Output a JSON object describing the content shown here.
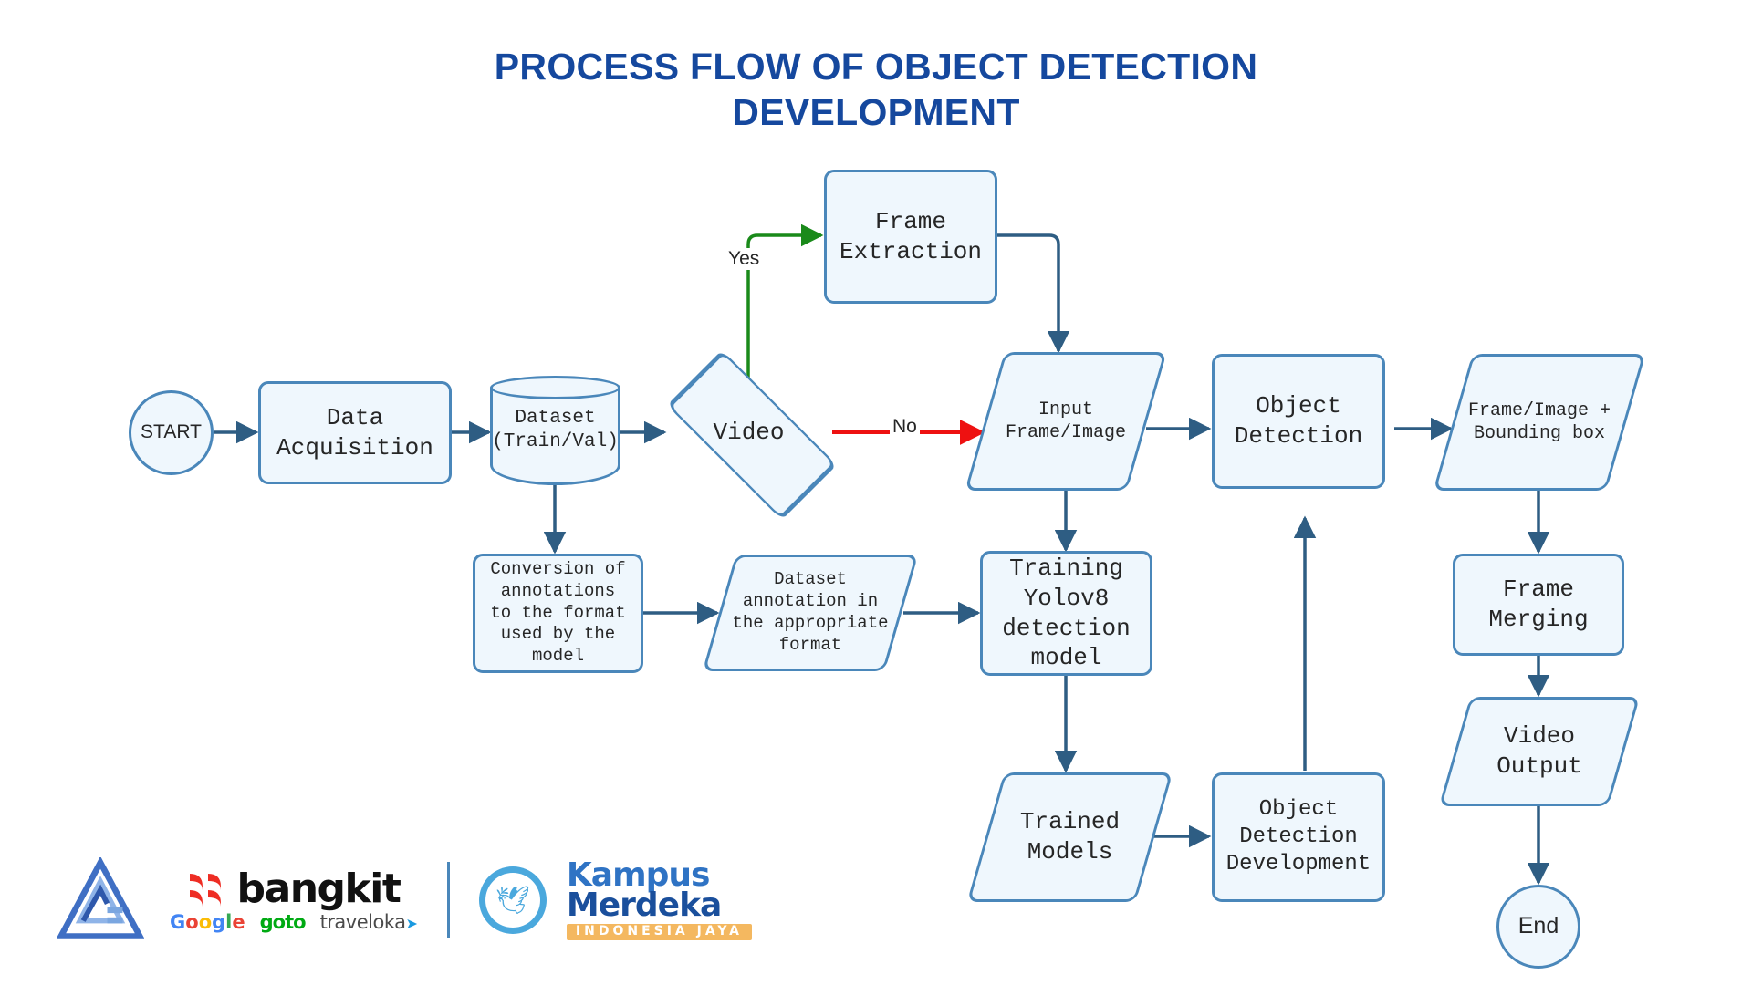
{
  "title": "PROCESS FLOW OF OBJECT DETECTION\nDEVELOPMENT",
  "colors": {
    "title": "#15489e",
    "node_fill": "#eff7fd",
    "node_stroke": "#4a87ba",
    "edge": "#2e5d83",
    "yes_branch": "#1a8a1a",
    "no_branch": "#ee1111",
    "background": "#ffffff"
  },
  "nodes": {
    "start": {
      "label": "START",
      "shape": "terminator"
    },
    "data_acquisition": {
      "label": "Data\nAcquisition",
      "shape": "rect"
    },
    "dataset": {
      "label": "Dataset\n(Train/Val)",
      "shape": "cylinder"
    },
    "video_decision": {
      "label": "Video",
      "shape": "diamond"
    },
    "frame_extraction": {
      "label": "Frame\nExtraction",
      "shape": "rect"
    },
    "input_frame_image": {
      "label": "Input\nFrame/Image",
      "shape": "parallelogram"
    },
    "object_detection": {
      "label": "Object\nDetection",
      "shape": "rect"
    },
    "frame_image_bbox": {
      "label": "Frame/Image +\nBounding box",
      "shape": "parallelogram"
    },
    "frame_merging": {
      "label": "Frame\nMerging",
      "shape": "rect"
    },
    "video_output": {
      "label": "Video\nOutput",
      "shape": "parallelogram"
    },
    "end": {
      "label": "End",
      "shape": "terminator"
    },
    "conversion": {
      "label": "Conversion of\nannotations\nto the format\nused by the\nmodel",
      "shape": "rect"
    },
    "dataset_annotation": {
      "label": "Dataset\nannotation in\nthe appropriate\nformat",
      "shape": "parallelogram"
    },
    "training": {
      "label": "Training\nYolov8\ndetection\nmodel",
      "shape": "rect"
    },
    "trained_models": {
      "label": "Trained\nModels",
      "shape": "parallelogram"
    },
    "od_development": {
      "label": "Object\nDetection\nDevelopment",
      "shape": "rect"
    }
  },
  "edge_labels": {
    "yes": "Yes",
    "no": "No"
  },
  "logos": {
    "ace": "ace-triangle-logo",
    "bangkit": "bangkit",
    "google": "Google",
    "goto": "goto",
    "traveloka": "traveloka",
    "seal": "tut-wuri-handayani-seal",
    "kampus": "Kampus",
    "merdeka": "Merdeka",
    "banner": "INDONESIA JAYA"
  }
}
